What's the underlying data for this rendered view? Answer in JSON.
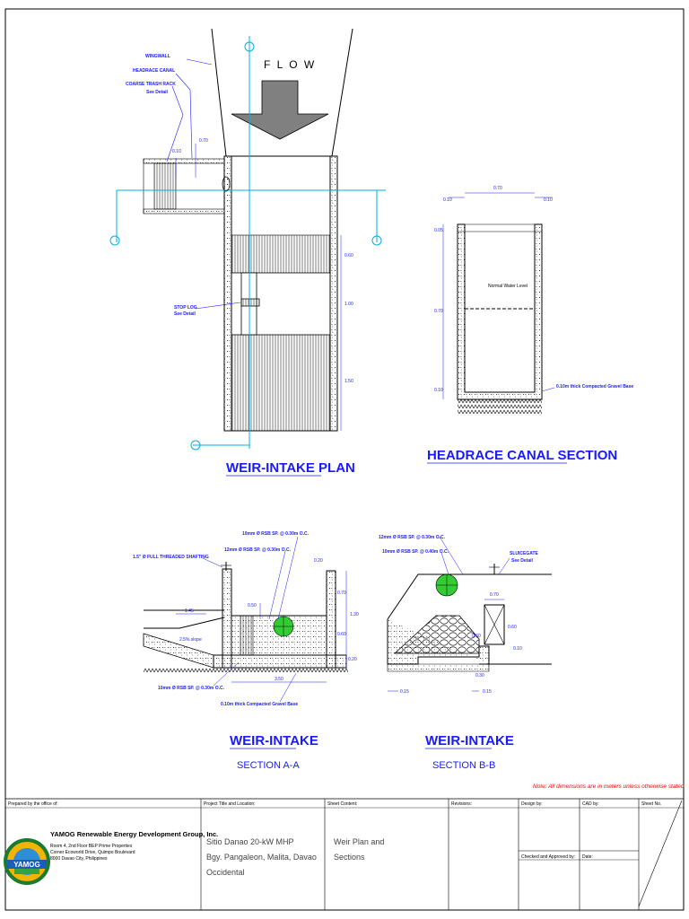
{
  "plan": {
    "flow_label": "F L O W",
    "callouts": [
      "WINGWALL",
      "HEADRACE CANAL",
      "COARSE TRASH RACK",
      "See Detail"
    ],
    "stop_log": "STOP LOG",
    "stop_log_see": "See Detail",
    "dims": [
      "0.10",
      "0.70",
      "0.60",
      "1.00",
      "1.50"
    ],
    "title": "WEIR-INTAKE PLAN"
  },
  "canal": {
    "dims": [
      "0.70",
      "0.10",
      "0.10",
      "0.05",
      "0.70",
      "0.10"
    ],
    "water": "Normal Water Level",
    "gravel": "0.10m thick Compacted Gravel Base",
    "title": "HEADRACE CANAL SECTION"
  },
  "secA": {
    "labels": [
      "10mm Ø RSB SP. @ 0.30m O.C.",
      "12mm Ø RSB SP. @ 0.30m O.C.",
      "1.5\" Ø FULL THREADED SHAFTING",
      "10mm Ø RSB SP. @ 0.30m O.C.",
      "0.10m thick Compacted Gravel Base"
    ],
    "dims": [
      "0.20",
      "0.70",
      "1.30",
      "0.60",
      "0.20",
      "1.45",
      "0.50",
      "3.50"
    ],
    "slope": "2.5% slope",
    "title": "WEIR-INTAKE",
    "subtitle": "SECTION A-A"
  },
  "secB": {
    "labels": [
      "12mm Ø RSB SP. @ 0.30m O.C.",
      "10mm Ø RSB SP. @ 0.40m O.C.",
      "SLUICEGATE",
      "See Detail"
    ],
    "dims": [
      "0.70",
      "0.60",
      "0.60",
      "0.10",
      "0.30",
      "0.15",
      "0.15"
    ],
    "title": "WEIR-INTAKE",
    "subtitle": "SECTION B-B"
  },
  "note": "Note: All dimensions are in meters unless otherwise stated",
  "titleblock": {
    "headers": [
      "Prepared by the office of:",
      "Project Title and Location:",
      "Sheet Content:",
      "Revisions:",
      "Design by:",
      "CAD by:",
      "Sheet No."
    ],
    "company": "YAMOG Renewable Energy Development Group, Inc.",
    "address": [
      "Room 4, 2nd Floor BEP Prime Properties",
      "Corner Ecoworld Drive, Quimpo Boulevard",
      "8000 Davao City, Philippines"
    ],
    "logo_text": "YAMOG",
    "project": [
      "Sitio Danao 20-kW MHP",
      "Bgy. Pangaleon, Malita, Davao",
      "Occidental"
    ],
    "content": [
      "Weir Plan and",
      "Sections"
    ],
    "checked": "Checked and Approved by:",
    "date": "Date:"
  }
}
